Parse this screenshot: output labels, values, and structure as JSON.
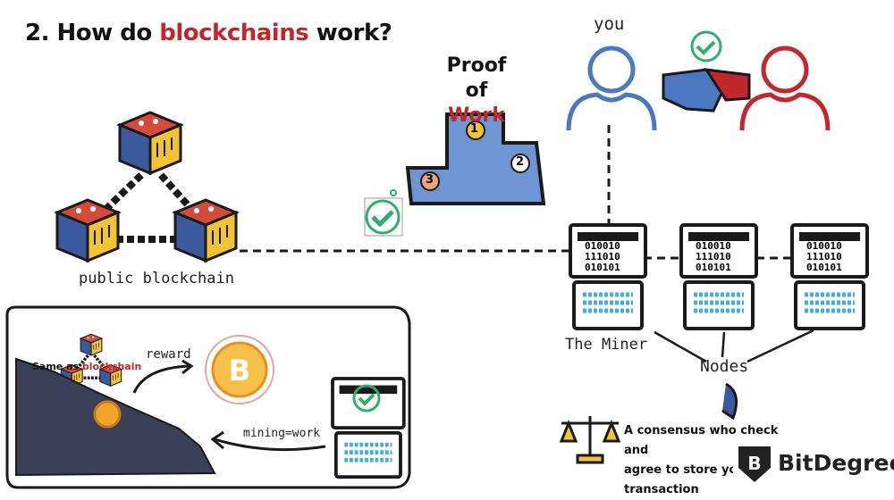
{
  "title": {
    "prefix": "2. How do ",
    "highlight": "blockchains",
    "suffix": " work?"
  },
  "proof_of_work": {
    "line1": "Proof",
    "line2_prefix": "of ",
    "line2_highlight": "Work"
  },
  "podium": {
    "first": "1",
    "second": "2",
    "third": "3"
  },
  "labels": {
    "public_blockchain": "public blockchain",
    "you": "you",
    "the_miner": "The Miner",
    "nodes": "Nodes",
    "reward": "reward",
    "mining": "mining=work",
    "same_as_prefix": "Same as ",
    "same_as_highlight": "blockchain"
  },
  "screen_code": {
    "row1": "010010",
    "row2": "111010",
    "row3": "010101"
  },
  "consensus": {
    "line1": "A consensus who check and",
    "line2": "agree to store your transaction"
  },
  "brand": {
    "name": "BitDegree"
  },
  "colors": {
    "accent_red": "#c1272d",
    "person_blue": "#4a78c1",
    "check_green": "#2fae6e",
    "cube_red": "#d64a3a",
    "cube_yellow": "#f2c333",
    "cube_blue": "#3b5a9e",
    "coin_orange": "#f0a52a",
    "rock_dark": "#3c3f58"
  }
}
